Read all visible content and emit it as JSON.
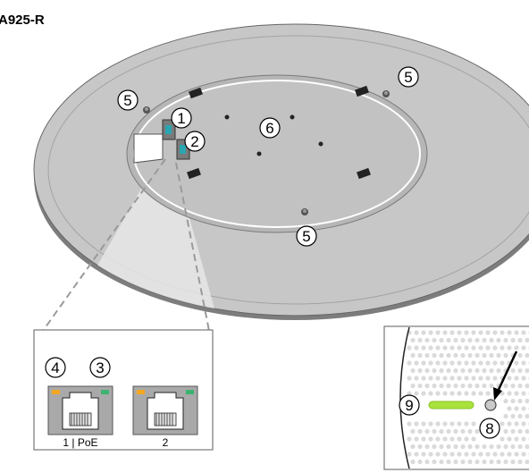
{
  "title": "A925-R",
  "callouts": {
    "c1": "1",
    "c2": "2",
    "c3": "3",
    "c4": "4",
    "c5": "5",
    "c6": "6",
    "c8": "8",
    "c9": "9"
  },
  "ports": [
    {
      "label": "1 | PoE",
      "left_led_color": "#f5a623",
      "right_led_color": "#3cb371"
    },
    {
      "label": "2",
      "left_led_color": "#f5a623",
      "right_led_color": "#3cb371"
    }
  ],
  "colors": {
    "disk_fill": "#c7c7c7",
    "disk_edge": "#9a9a9a",
    "status_led": "#a8e23c"
  }
}
